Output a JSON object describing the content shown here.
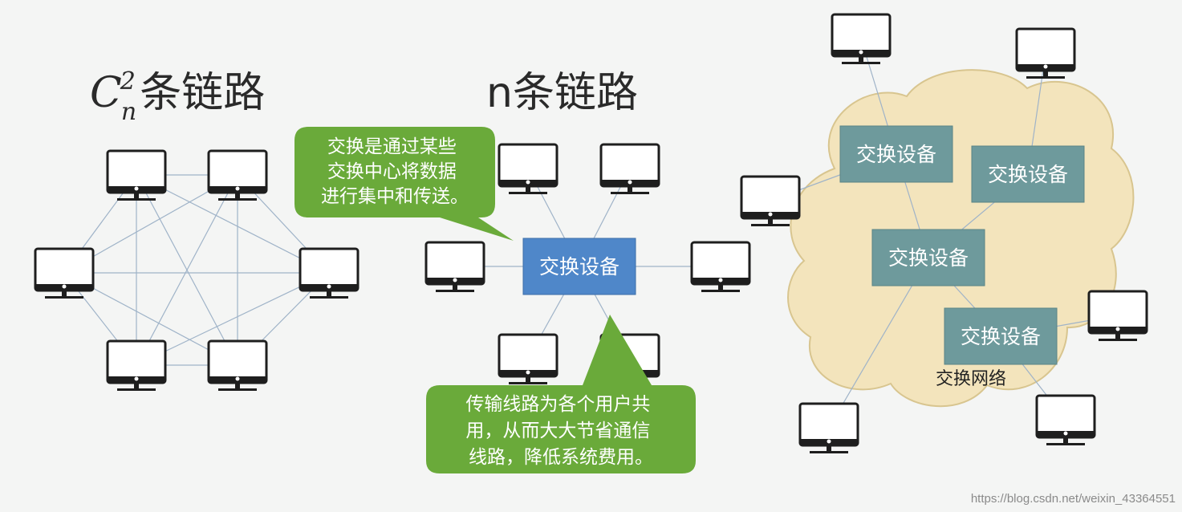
{
  "titles": {
    "mesh_count": "2",
    "mesh_base": "C",
    "mesh_sub": "n",
    "mesh_label": "条链路",
    "star": "n条链路"
  },
  "switch_label": "交换设备",
  "callouts": {
    "top": [
      "交换是通过某些",
      "交换中心将数据",
      "进行集中和传送。"
    ],
    "bottom": [
      "传输线路为各个用户共",
      "用，从而大大节省通信",
      "线路，降低系统费用。"
    ]
  },
  "network_label": "交换网络",
  "watermark": "https://blog.csdn.net/weixin_43364551",
  "colors": {
    "switch_center": "#4f87c9",
    "switch_network": "#6e9a9c",
    "callout": "#6aaa3a",
    "cloud": "#f3e4bc"
  }
}
